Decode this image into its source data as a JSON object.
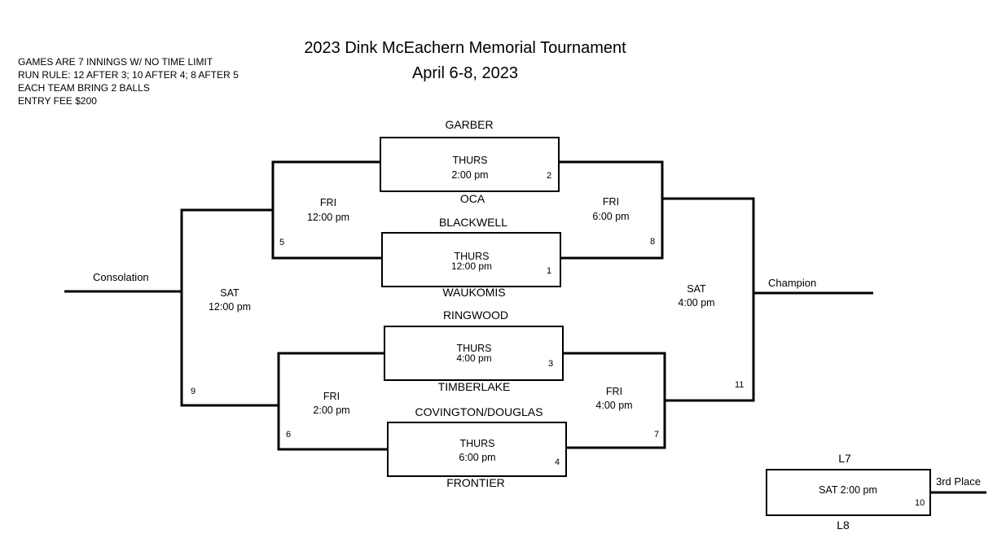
{
  "header": {
    "title": "2023 Dink McEachern Memorial Tournament",
    "dates": "April 6-8, 2023"
  },
  "rules": [
    "GAMES ARE 7 INNINGS W/  NO TIME LIMIT",
    "RUN RULE: 12 AFTER 3; 10 AFTER 4; 8 AFTER 5",
    "EACH TEAM BRING 2 BALLS",
    "ENTRY FEE $200"
  ],
  "teams": {
    "garber": "GARBER",
    "oca": "OCA",
    "blackwell": "BLACKWELL",
    "waukomis": "WAUKOMIS",
    "ringwood": "RINGWOOD",
    "timberlake": "TIMBERLAKE",
    "covington": "COVINGTON/DOUGLAS",
    "frontier": "FRONTIER"
  },
  "games": {
    "g1": {
      "day": "THURS",
      "time": "12:00 pm",
      "number": "1"
    },
    "g2": {
      "day": "THURS",
      "time": "2:00 pm",
      "number": "2"
    },
    "g3": {
      "day": "THURS",
      "time": "4:00 pm",
      "number": "3"
    },
    "g4": {
      "day": "THURS",
      "time": "6:00 pm",
      "number": "4"
    },
    "g5": {
      "day": "FRI",
      "time": "12:00 pm",
      "number": "5"
    },
    "g6": {
      "day": "FRI",
      "time": "2:00 pm",
      "number": "6"
    },
    "g7": {
      "day": "FRI",
      "time": "4:00 pm",
      "number": "7"
    },
    "g8": {
      "day": "FRI",
      "time": "6:00 pm",
      "number": "8"
    },
    "g9": {
      "day": "SAT",
      "time": "12:00 pm",
      "number": "9"
    },
    "g10": {
      "slot": "SAT 2:00 pm",
      "number": "10",
      "top": "L7",
      "bottom": "L8"
    },
    "g11": {
      "day": "SAT",
      "time": "4:00 pm",
      "number": "11"
    }
  },
  "labels": {
    "consolation": "Consolation",
    "champion": "Champion",
    "third_place": "3rd Place"
  }
}
